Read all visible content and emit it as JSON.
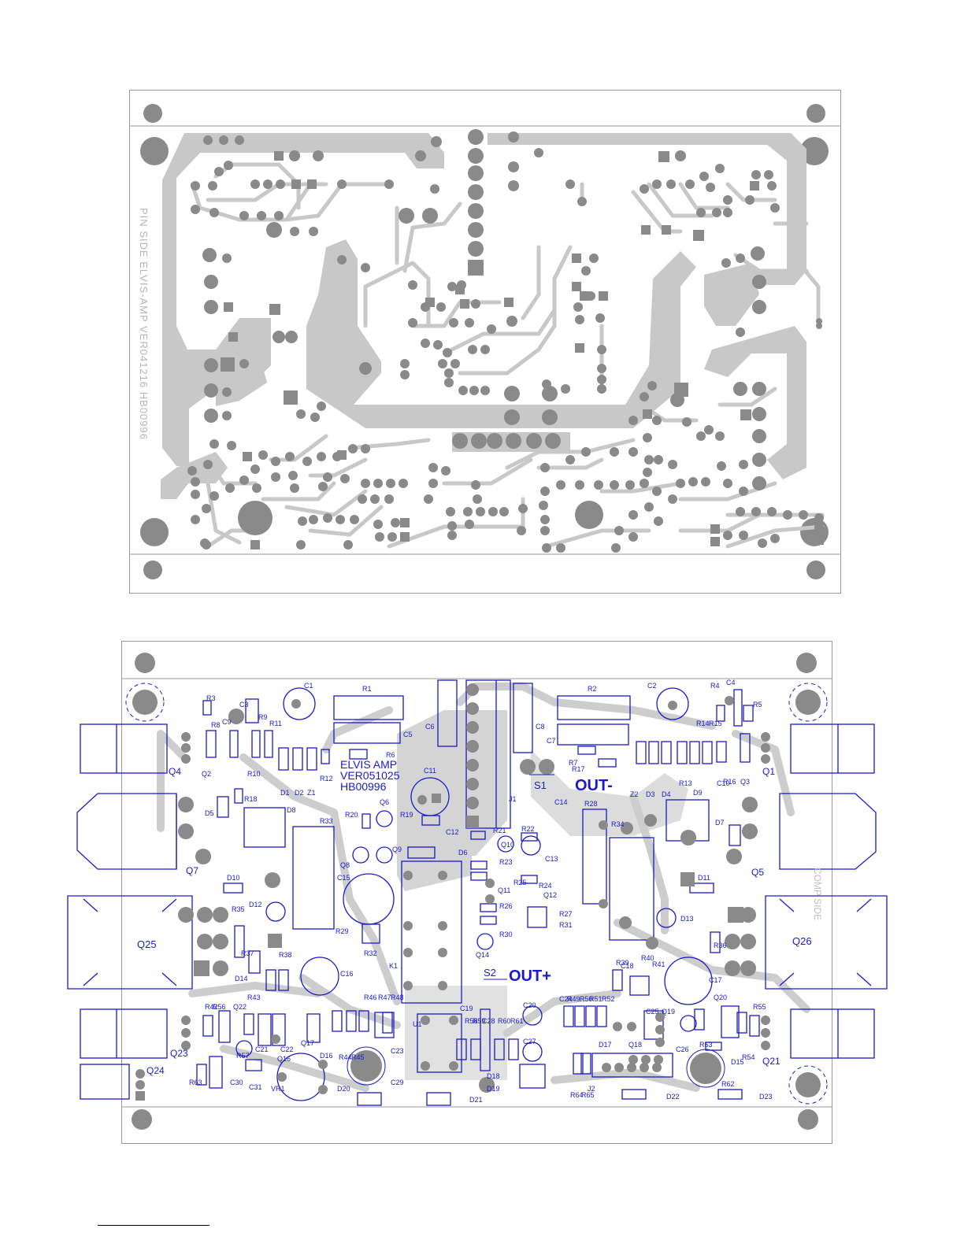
{
  "top_board": {
    "vertical_label": "PIN SIDE ELVIS-AMP VER041216 HB00996",
    "colors": {
      "trace": "#c8c8c8",
      "pad": "#8a8a8a",
      "outline": "#9a9a9a"
    }
  },
  "bottom_board": {
    "title_lines": [
      "ELVIS AMP",
      "VER051025",
      "HB00996"
    ],
    "side_label": "COMP SIDE",
    "net_labels": [
      "OUT-",
      "OUT+"
    ],
    "switch_labels": [
      "S1",
      "S2"
    ],
    "transistor_labels": [
      "Q4",
      "Q7",
      "Q25",
      "Q23",
      "Q24",
      "Q1",
      "Q5",
      "Q26",
      "Q21"
    ],
    "colors": {
      "ink": "#1a1acc",
      "trace": "#c8c8c8",
      "pad": "#8a8a8a",
      "outline": "#9a9a9a"
    },
    "components": [
      {
        "ref": "R3"
      },
      {
        "ref": "C3"
      },
      {
        "ref": "R9"
      },
      {
        "ref": "R11"
      },
      {
        "ref": "C1"
      },
      {
        "ref": "R1"
      },
      {
        "ref": "R8"
      },
      {
        "ref": "C9"
      },
      {
        "ref": "C5"
      },
      {
        "ref": "C6"
      },
      {
        "ref": "R6"
      },
      {
        "ref": "Q2"
      },
      {
        "ref": "R10"
      },
      {
        "ref": "R12"
      },
      {
        "ref": "D1"
      },
      {
        "ref": "D2"
      },
      {
        "ref": "Z1"
      },
      {
        "ref": "D5"
      },
      {
        "ref": "R18"
      },
      {
        "ref": "D8"
      },
      {
        "ref": "R33"
      },
      {
        "ref": "C11"
      },
      {
        "ref": "R20"
      },
      {
        "ref": "Q6"
      },
      {
        "ref": "R19"
      },
      {
        "ref": "C12"
      },
      {
        "ref": "Q8"
      },
      {
        "ref": "Q9"
      },
      {
        "ref": "D6"
      },
      {
        "ref": "C15"
      },
      {
        "ref": "D10"
      },
      {
        "ref": "D12"
      },
      {
        "ref": "R35"
      },
      {
        "ref": "R29"
      },
      {
        "ref": "R32"
      },
      {
        "ref": "K1"
      },
      {
        "ref": "D14"
      },
      {
        "ref": "R37"
      },
      {
        "ref": "R38"
      },
      {
        "ref": "C16"
      },
      {
        "ref": "R42"
      },
      {
        "ref": "R56"
      },
      {
        "ref": "Q22"
      },
      {
        "ref": "R43"
      },
      {
        "ref": "R46"
      },
      {
        "ref": "R47"
      },
      {
        "ref": "R48"
      },
      {
        "ref": "C19"
      },
      {
        "ref": "U1"
      },
      {
        "ref": "C21"
      },
      {
        "ref": "C22"
      },
      {
        "ref": "Q16"
      },
      {
        "ref": "Q17"
      },
      {
        "ref": "D16"
      },
      {
        "ref": "R44"
      },
      {
        "ref": "R45"
      },
      {
        "ref": "C23"
      },
      {
        "ref": "R57"
      },
      {
        "ref": "R63"
      },
      {
        "ref": "C30"
      },
      {
        "ref": "C31"
      },
      {
        "ref": "VR1"
      },
      {
        "ref": "D20"
      },
      {
        "ref": "C29"
      },
      {
        "ref": "D21"
      },
      {
        "ref": "R58"
      },
      {
        "ref": "R59"
      },
      {
        "ref": "C28"
      },
      {
        "ref": "R60"
      },
      {
        "ref": "R61"
      },
      {
        "ref": "D18"
      },
      {
        "ref": "D19"
      },
      {
        "ref": "J1"
      },
      {
        "ref": "J2"
      },
      {
        "ref": "C8"
      },
      {
        "ref": "C7"
      },
      {
        "ref": "R2"
      },
      {
        "ref": "C2"
      },
      {
        "ref": "R7"
      },
      {
        "ref": "R17"
      },
      {
        "ref": "R4"
      },
      {
        "ref": "C4"
      },
      {
        "ref": "R5"
      },
      {
        "ref": "R14"
      },
      {
        "ref": "R15"
      },
      {
        "ref": "R13"
      },
      {
        "ref": "Z2"
      },
      {
        "ref": "D3"
      },
      {
        "ref": "D4"
      },
      {
        "ref": "D9"
      },
      {
        "ref": "C10"
      },
      {
        "ref": "R16"
      },
      {
        "ref": "Q3"
      },
      {
        "ref": "D7"
      },
      {
        "ref": "C14"
      },
      {
        "ref": "R28"
      },
      {
        "ref": "R34"
      },
      {
        "ref": "R21"
      },
      {
        "ref": "R22"
      },
      {
        "ref": "Q10"
      },
      {
        "ref": "C13"
      },
      {
        "ref": "R23"
      },
      {
        "ref": "R24"
      },
      {
        "ref": "R25"
      },
      {
        "ref": "Q11"
      },
      {
        "ref": "Q12"
      },
      {
        "ref": "R26"
      },
      {
        "ref": "R27"
      },
      {
        "ref": "R31"
      },
      {
        "ref": "R30"
      },
      {
        "ref": "Q14"
      },
      {
        "ref": "D11"
      },
      {
        "ref": "D13"
      },
      {
        "ref": "R36"
      },
      {
        "ref": "R39"
      },
      {
        "ref": "C18"
      },
      {
        "ref": "R40"
      },
      {
        "ref": "R41"
      },
      {
        "ref": "C17"
      },
      {
        "ref": "Q20"
      },
      {
        "ref": "C20"
      },
      {
        "ref": "C24"
      },
      {
        "ref": "R49"
      },
      {
        "ref": "R50"
      },
      {
        "ref": "R51"
      },
      {
        "ref": "R52"
      },
      {
        "ref": "C25"
      },
      {
        "ref": "Q19"
      },
      {
        "ref": "C27"
      },
      {
        "ref": "D17"
      },
      {
        "ref": "Q18"
      },
      {
        "ref": "C26"
      },
      {
        "ref": "R53"
      },
      {
        "ref": "R55"
      },
      {
        "ref": "R54"
      },
      {
        "ref": "D15"
      },
      {
        "ref": "R62"
      },
      {
        "ref": "D23"
      },
      {
        "ref": "D22"
      },
      {
        "ref": "R64"
      },
      {
        "ref": "R65"
      }
    ]
  }
}
